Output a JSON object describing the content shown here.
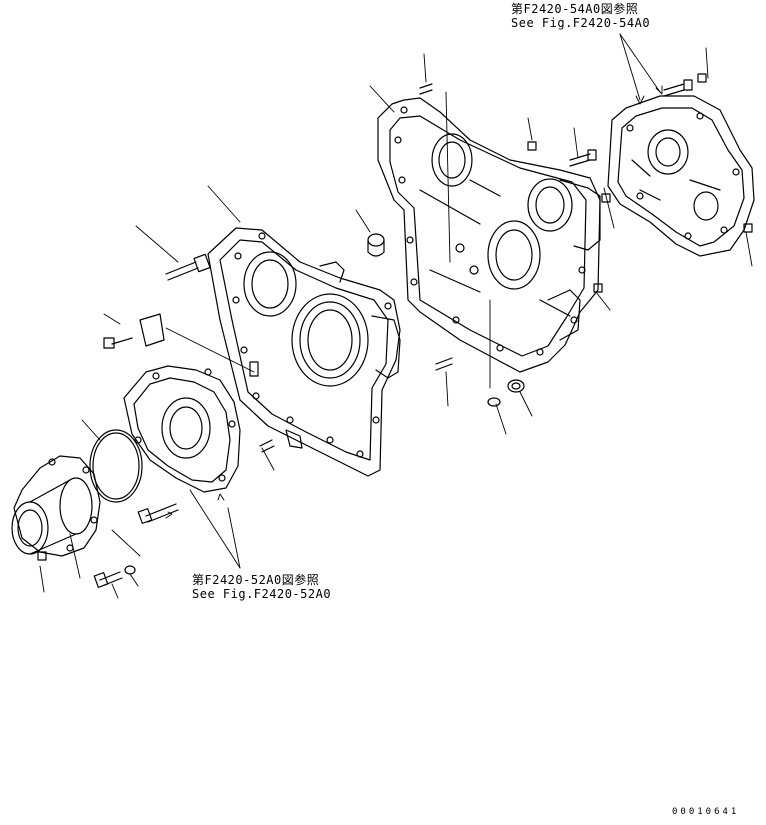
{
  "references": {
    "top": {
      "jp": "第F2420-54A0図参照",
      "en": "See Fig.F2420-54A0"
    },
    "bottom": {
      "jp": "第F2420-52A0図参照",
      "en": "See Fig.F2420-52A0"
    }
  },
  "drawing_number": "00010641",
  "colors": {
    "line": "#000000",
    "background": "#ffffff"
  }
}
